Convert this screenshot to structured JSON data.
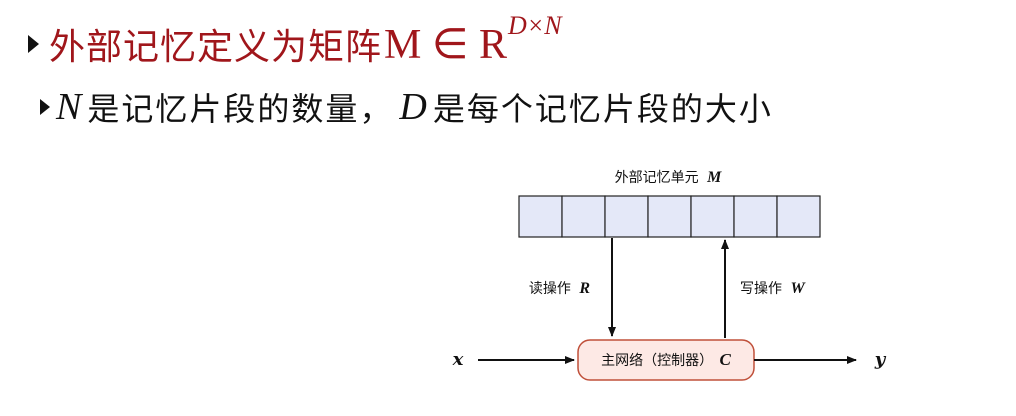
{
  "heading": {
    "text": "外部记忆定义为矩阵",
    "math": "M ∈ R",
    "superscript": "D×N",
    "color": "#a0161b"
  },
  "subpoint": {
    "var_n": "N",
    "text_1": "是记忆片段的数量，",
    "var_d": "D",
    "text_2": "是每个记忆片段的大小"
  },
  "diagram": {
    "memory_label": "外部记忆单元",
    "memory_symbol": "M",
    "memory_cell_count": 7,
    "memory_cell_color": "#e4e8f8",
    "read_label": "读操作",
    "read_symbol": "R",
    "write_label": "写操作",
    "write_symbol": "W",
    "controller_label": "主网络（控制器）",
    "controller_symbol": "C",
    "controller_color": "#fde9e5",
    "controller_border": "#c0503a",
    "input_symbol": "x",
    "output_symbol": "y"
  }
}
